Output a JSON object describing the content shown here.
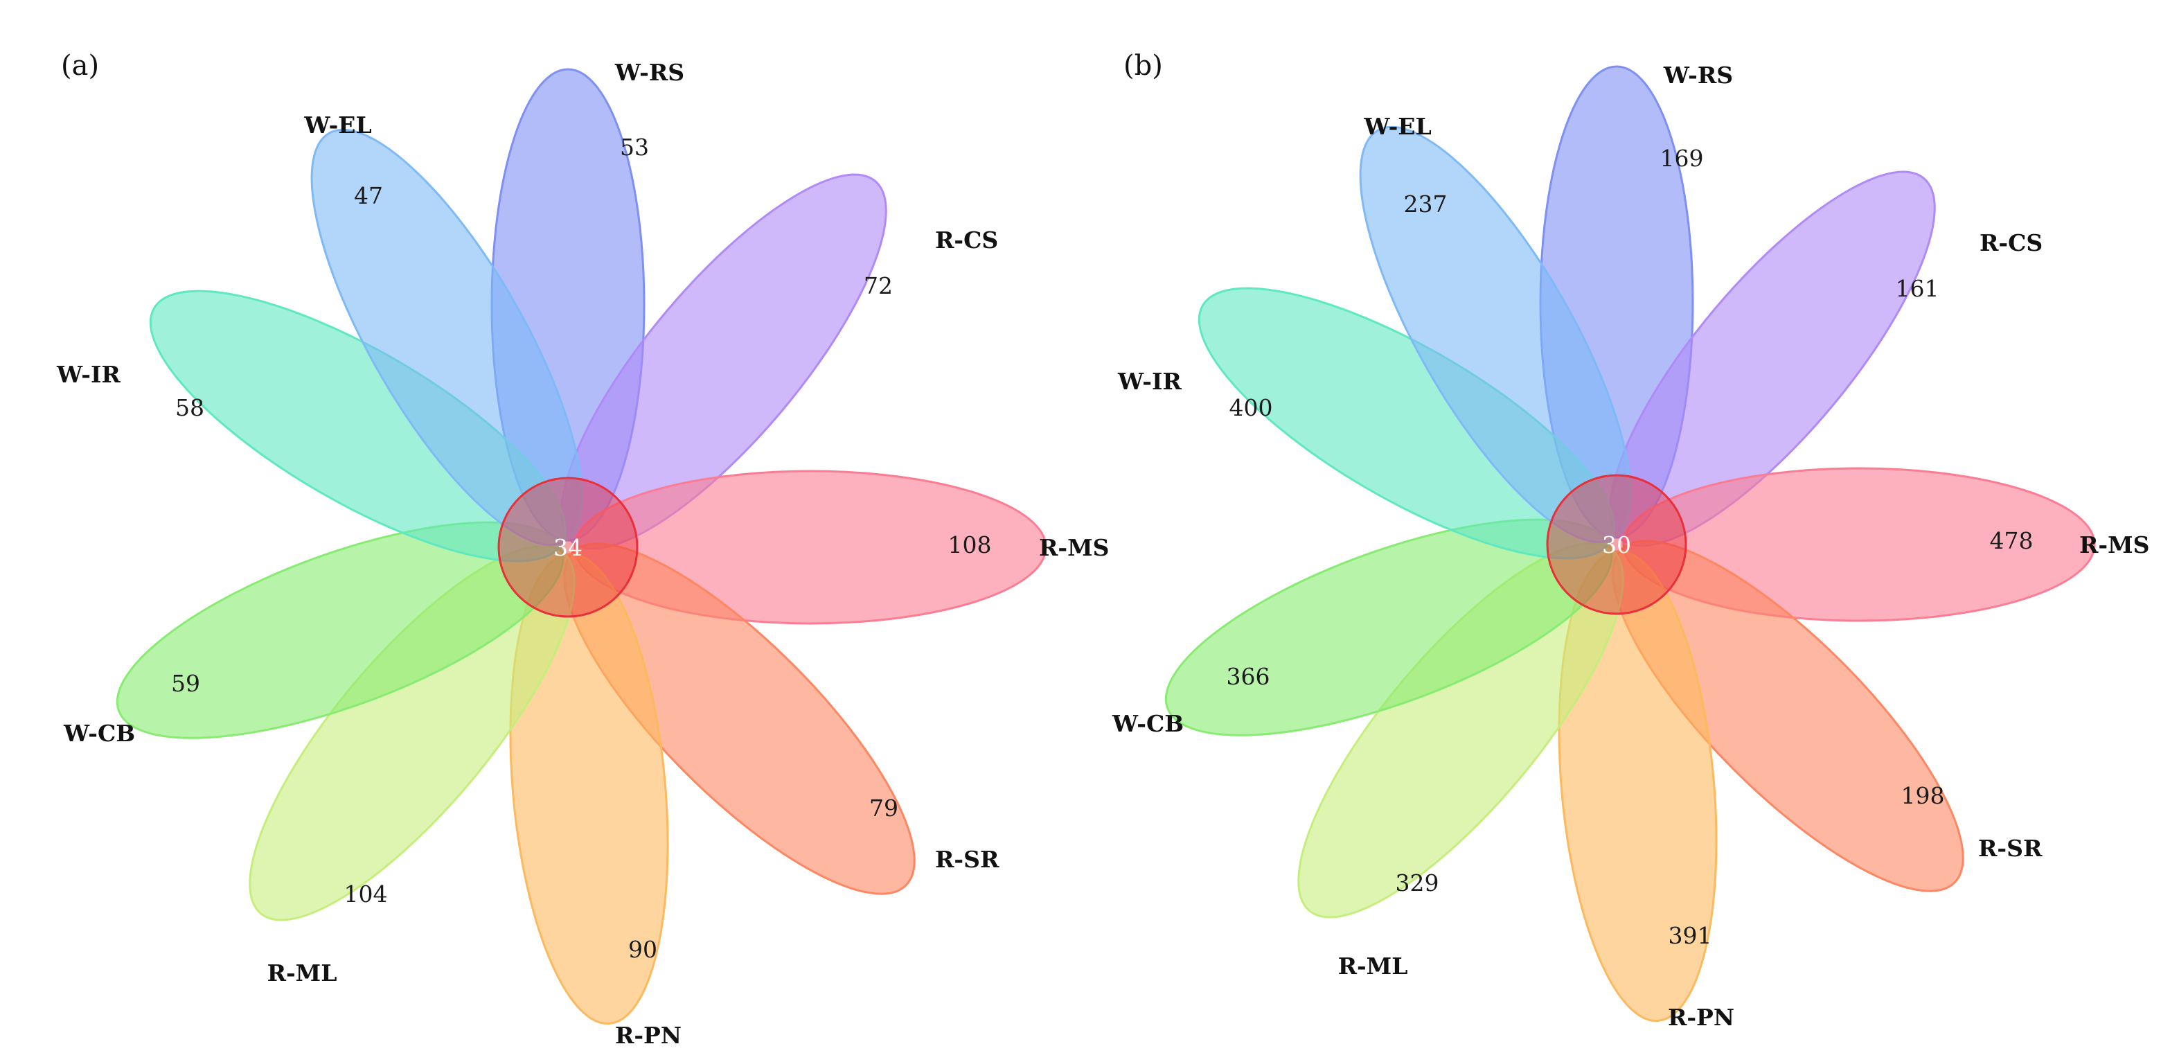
{
  "panels": [
    {
      "label": "(a)",
      "core": {
        "count": "34",
        "color": "#e8303a"
      },
      "petals": [
        {
          "name": "W-RS",
          "count": "53",
          "color": "#7f90f5"
        },
        {
          "name": "R-CS",
          "count": "72",
          "color": "#b08af8"
        },
        {
          "name": "R-MS",
          "count": "108",
          "color": "#fb7d93"
        },
        {
          "name": "R-SR",
          "count": "79",
          "color": "#fd8762"
        },
        {
          "name": "R-PN",
          "count": "90",
          "color": "#fdb95e"
        },
        {
          "name": "R-ML",
          "count": "104",
          "color": "#c6ee7c"
        },
        {
          "name": "W-CB",
          "count": "59",
          "color": "#88eb72"
        },
        {
          "name": "W-IR",
          "count": "58",
          "color": "#5fe8c1"
        },
        {
          "name": "W-EL",
          "count": "47",
          "color": "#7fb9f6"
        }
      ]
    },
    {
      "label": "(b)",
      "core": {
        "count": "30",
        "color": "#e8303a"
      },
      "petals": [
        {
          "name": "W-RS",
          "count": "169",
          "color": "#7f90f5"
        },
        {
          "name": "R-CS",
          "count": "161",
          "color": "#b08af8"
        },
        {
          "name": "R-MS",
          "count": "478",
          "color": "#fb7d93"
        },
        {
          "name": "R-SR",
          "count": "198",
          "color": "#fd8762"
        },
        {
          "name": "R-PN",
          "count": "391",
          "color": "#fdb95e"
        },
        {
          "name": "R-ML",
          "count": "329",
          "color": "#c6ee7c"
        },
        {
          "name": "W-CB",
          "count": "366",
          "color": "#88eb72"
        },
        {
          "name": "W-IR",
          "count": "400",
          "color": "#5fe8c1"
        },
        {
          "name": "W-EL",
          "count": "237",
          "color": "#7fb9f6"
        }
      ]
    }
  ]
}
